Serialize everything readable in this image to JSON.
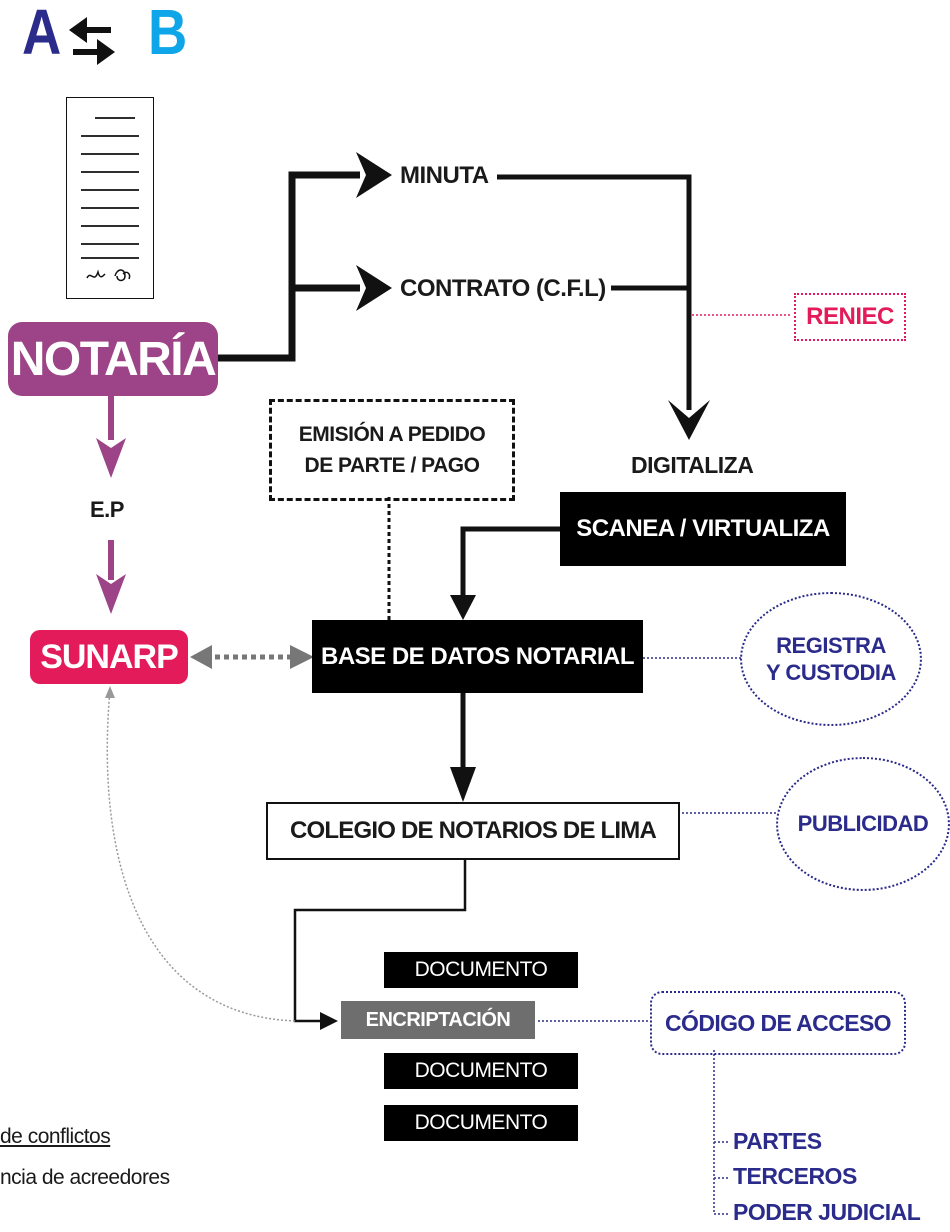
{
  "header": {
    "letter_a": "A",
    "letter_b": "B",
    "arrows_glyph": "⇆"
  },
  "nodes": {
    "notaria": "NOTARÍA",
    "ep": "E.P",
    "sunarp": "SUNARP",
    "minuta": "MINUTA",
    "contrato": "CONTRATO (C.F.L)",
    "reniec": "RENIEC",
    "digitaliza": "DIGITALIZA",
    "scanea": "SCANEA / VIRTUALIZA",
    "emision_line1": "EMISIÓN A PEDIDO",
    "emision_line2": "DE PARTE / PAGO",
    "base_datos": "BASE DE DATOS NOTARIAL",
    "registra_line1": "REGISTRA",
    "registra_line2": "Y CUSTODIA",
    "colegio": "COLEGIO DE NOTARIOS DE LIMA",
    "publicidad": "PUBLICIDAD",
    "documento_1": "DOCUMENTO",
    "encriptacion": "ENCRIPTACIÓN",
    "documento_2": "DOCUMENTO",
    "documento_3": "DOCUMENTO",
    "codigo_acceso": "CÓDIGO DE ACCESO",
    "partes": "PARTES",
    "terceros": "TERCEROS",
    "poder_judicial": "PODER JUDICIAL"
  },
  "side_notes": {
    "line1": "de conflictos",
    "line2": "ncia de acreedores"
  },
  "colors": {
    "purple": "#9c4487",
    "magenta": "#e31b5a",
    "navy": "#2b2b8c",
    "cyan": "#0ea5e9",
    "black": "#000000",
    "gray": "#6e6e6e"
  }
}
